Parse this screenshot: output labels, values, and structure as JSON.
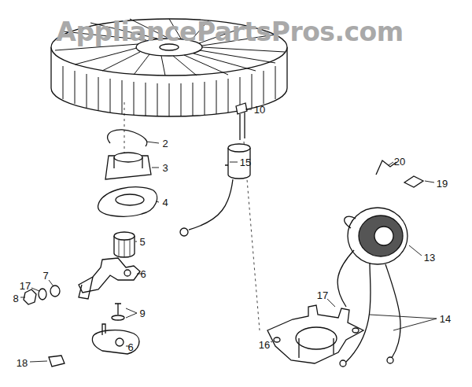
{
  "diagram": {
    "labels": [
      "AppliancePartsPros.com",
      "2",
      "3",
      "4",
      "5",
      "6",
      "7",
      "17",
      "8",
      "9",
      "6",
      "18",
      "10",
      "15",
      "20",
      "19",
      "13",
      "17",
      "14",
      "16"
    ]
  }
}
